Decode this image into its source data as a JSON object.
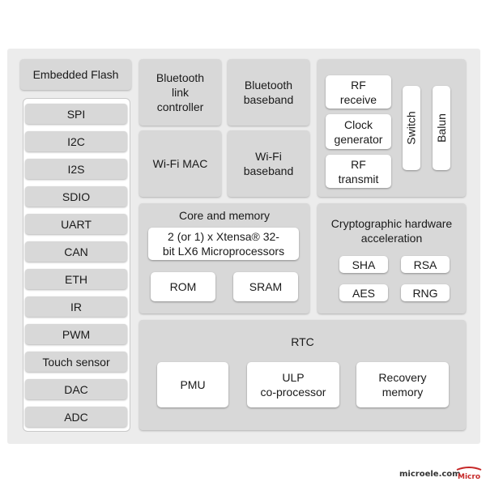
{
  "flash": {
    "label": "Embedded Flash"
  },
  "peripherals": [
    "SPI",
    "I2C",
    "I2S",
    "SDIO",
    "UART",
    "CAN",
    "ETH",
    "IR",
    "PWM",
    "Touch sensor",
    "DAC",
    "ADC"
  ],
  "bluetooth_link": {
    "line1": "Bluetooth",
    "line2": "link",
    "line3": "controller"
  },
  "bluetooth_baseband": {
    "line1": "Bluetooth",
    "line2": "baseband"
  },
  "wifi_mac": {
    "label": "Wi-Fi MAC"
  },
  "wifi_baseband": {
    "line1": "Wi-Fi",
    "line2": "baseband"
  },
  "radio": {
    "rf_receive": {
      "line1": "RF",
      "line2": "receive"
    },
    "clock_generator": {
      "line1": "Clock",
      "line2": "generator"
    },
    "rf_transmit": {
      "line1": "RF",
      "line2": "transmit"
    },
    "switch": "Switch",
    "balun": "Balun"
  },
  "core": {
    "title": "Core and memory",
    "cpu_line1": "2 (or 1) x Xtensa® 32-",
    "cpu_line2": "bit LX6 Microprocessors",
    "rom": "ROM",
    "sram": "SRAM"
  },
  "crypto": {
    "title_line1": "Cryptographic hardware",
    "title_line2": "acceleration",
    "items": [
      "SHA",
      "RSA",
      "AES",
      "RNG"
    ]
  },
  "rtc": {
    "title": "RTC",
    "pmu": "PMU",
    "ulp_line1": "ULP",
    "ulp_line2": "co-processor",
    "recovery_line1": "Recovery",
    "recovery_line2": "memory"
  },
  "watermark": {
    "site": "microele.com",
    "logo_text": "Micro"
  }
}
